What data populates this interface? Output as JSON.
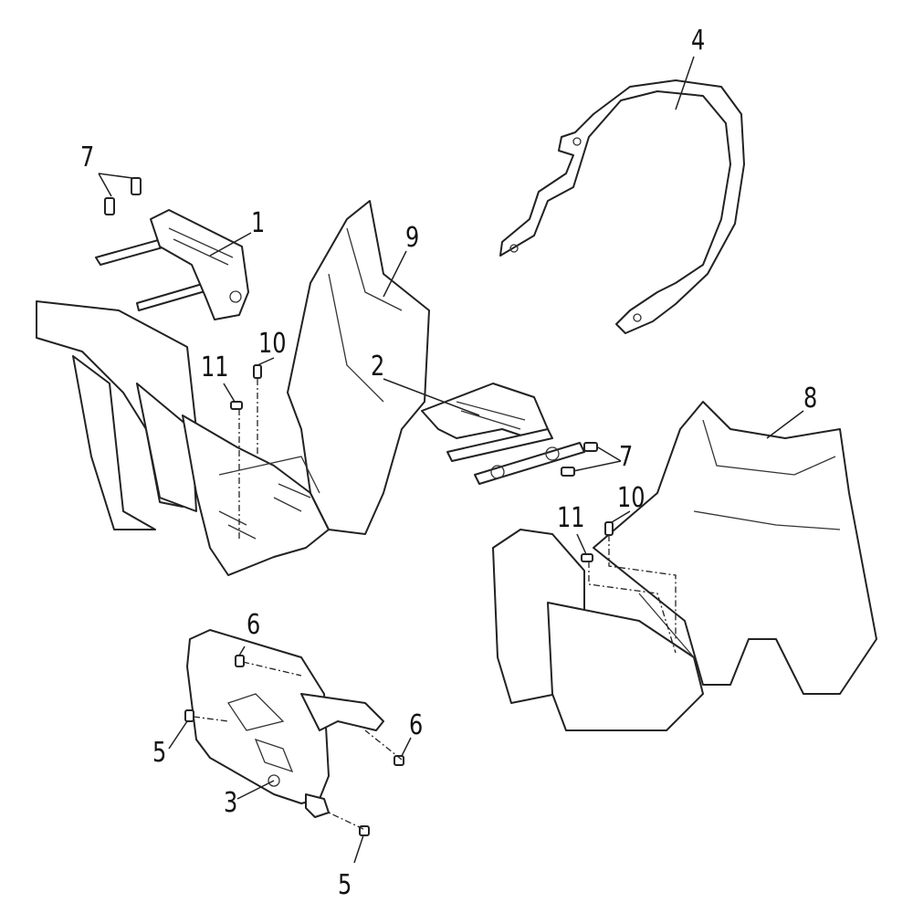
{
  "diagram": {
    "callouts": [
      {
        "id": "c7a",
        "text": "7"
      },
      {
        "id": "c1",
        "text": "1"
      },
      {
        "id": "c9",
        "text": "9"
      },
      {
        "id": "c4",
        "text": "4"
      },
      {
        "id": "c10a",
        "text": "10"
      },
      {
        "id": "c11a",
        "text": "11"
      },
      {
        "id": "c2",
        "text": "2"
      },
      {
        "id": "c8",
        "text": "8"
      },
      {
        "id": "c7b",
        "text": "7"
      },
      {
        "id": "c10b",
        "text": "10"
      },
      {
        "id": "c11b",
        "text": "11"
      },
      {
        "id": "c6a",
        "text": "6"
      },
      {
        "id": "c6b",
        "text": "6"
      },
      {
        "id": "c5a",
        "text": "5"
      },
      {
        "id": "c3",
        "text": "3"
      },
      {
        "id": "c5b",
        "text": "5"
      }
    ]
  }
}
